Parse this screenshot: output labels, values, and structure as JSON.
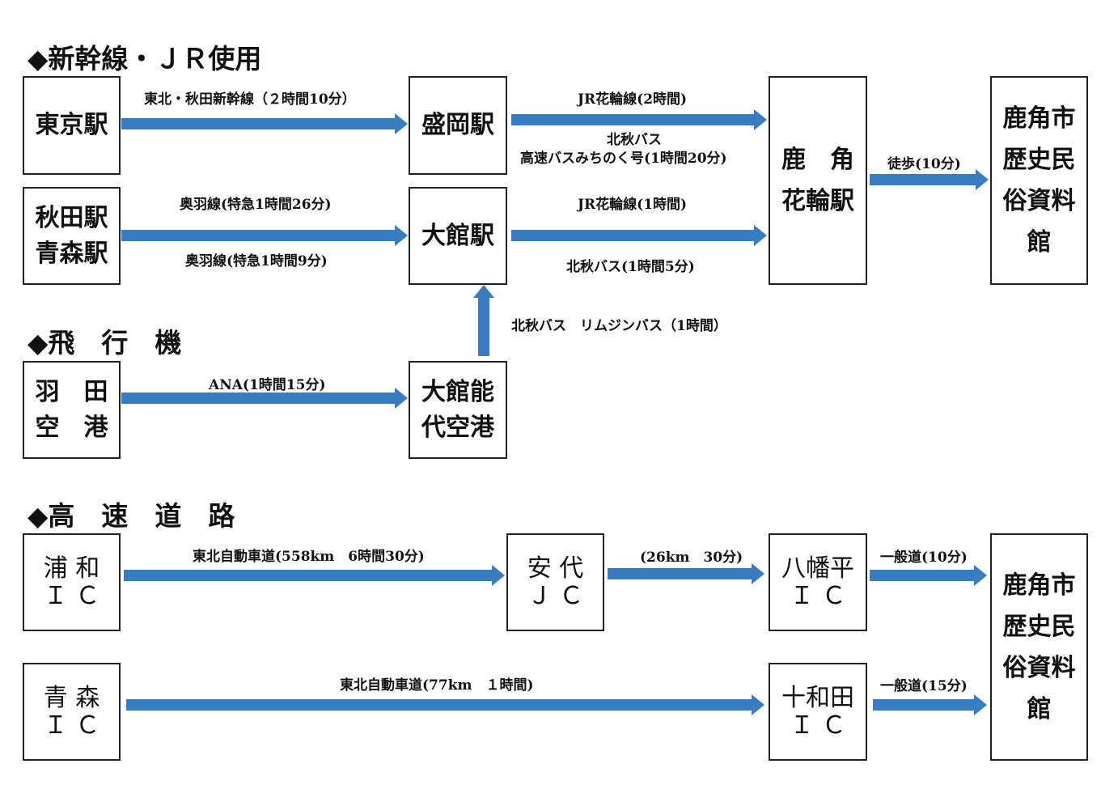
{
  "sections": {
    "rail": "◆新幹線・ＪＲ使用",
    "air": "◆飛　行　機",
    "highway": "◆高　速　道　路"
  },
  "boxes": {
    "tokyo": [
      "東京駅"
    ],
    "akita_aomori": [
      "秋田駅",
      "青森駅"
    ],
    "morioka": [
      "盛岡駅"
    ],
    "odate": [
      "大館駅"
    ],
    "kazuno": [
      "鹿　角",
      "花輪駅"
    ],
    "museum_top": [
      "鹿角市",
      "歴史民",
      "俗資料",
      "館"
    ],
    "haneda": [
      "羽　田",
      "空　港"
    ],
    "odate_noshiro": [
      "大館能",
      "代空港"
    ],
    "urawa": [
      "浦 和",
      "Ｉ Ｃ"
    ],
    "ashiro": [
      "安 代",
      "Ｊ Ｃ"
    ],
    "hachimantai": [
      "八幡平",
      "Ｉ Ｃ"
    ],
    "aomori_ic": [
      "青 森",
      "Ｉ Ｃ"
    ],
    "towada": [
      "十和田",
      "Ｉ Ｃ"
    ],
    "museum_bottom": [
      "鹿角市",
      "歴史民",
      "俗資料",
      "館"
    ]
  },
  "routes": {
    "tokyo_morioka": "東北・秋田新幹線（２時間10分）",
    "morioka_kazuno": "JR花輪線(2時間)",
    "morioka_bus_1": "北秋バス",
    "morioka_bus_2": "高速バスみちのく号(1時間20分)",
    "akita_upper": "奥羽線(特急1時間26分)",
    "akita_lower": "奥羽線(特急1時間9分)",
    "odate_kazuno": "JR花輪線(1時間)",
    "odate_bus": "北秋バス(1時間5分)",
    "walk": "徒歩(10分)",
    "airport_bus": "北秋バス　リムジンバス（1時間）",
    "ana": "ANA(1時間15分)",
    "urawa_ashiro": "東北自動車道(558km　6時間30分)",
    "ashiro_hachimantai": "(26km　30分)",
    "general_1": "一般道(10分)",
    "aomori_towada": "東北自動車道(77km　１時間)",
    "general_2": "一般道(15分)"
  },
  "colors": {
    "arrow": "#3a7cc2",
    "border": "#222222",
    "text": "#111111"
  }
}
